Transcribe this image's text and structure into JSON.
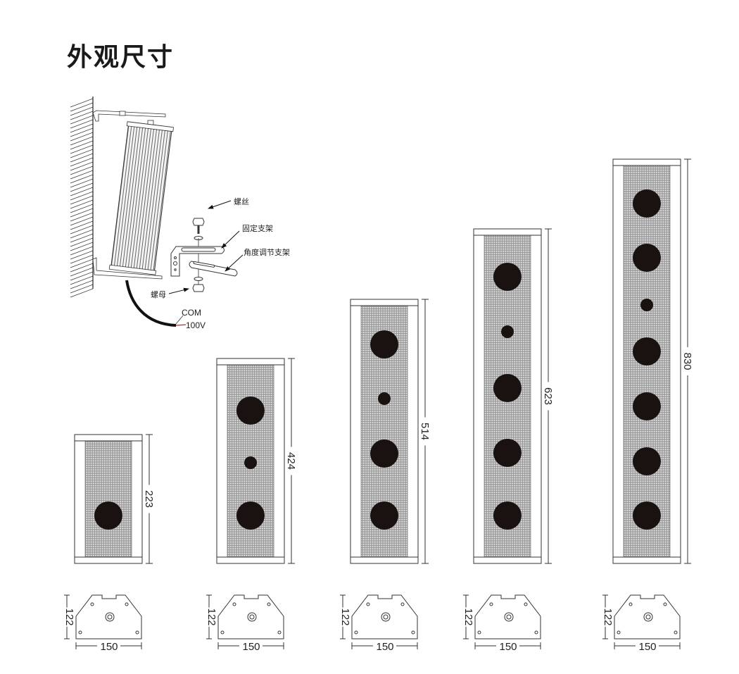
{
  "title": "外观尺寸",
  "mount": {
    "screw": "螺丝",
    "fixed_bracket": "固定支架",
    "angle_bracket": "角度调节支架",
    "nut": "螺母",
    "com": "COM",
    "v100": "100V",
    "wire_color": "#d02020"
  },
  "speakers": [
    {
      "height": "223",
      "drivers": [
        "woofer"
      ]
    },
    {
      "height": "424",
      "drivers": [
        "woofer",
        "tweeter",
        "woofer"
      ]
    },
    {
      "height": "514",
      "drivers": [
        "woofer",
        "tweeter",
        "woofer",
        "woofer"
      ]
    },
    {
      "height": "623",
      "drivers": [
        "woofer",
        "tweeter",
        "woofer",
        "woofer",
        "woofer"
      ]
    },
    {
      "height": "830",
      "drivers": [
        "woofer",
        "woofer",
        "tweeter",
        "woofer",
        "woofer",
        "woofer",
        "woofer"
      ]
    }
  ],
  "profile": {
    "depth": "122",
    "width": "150"
  }
}
